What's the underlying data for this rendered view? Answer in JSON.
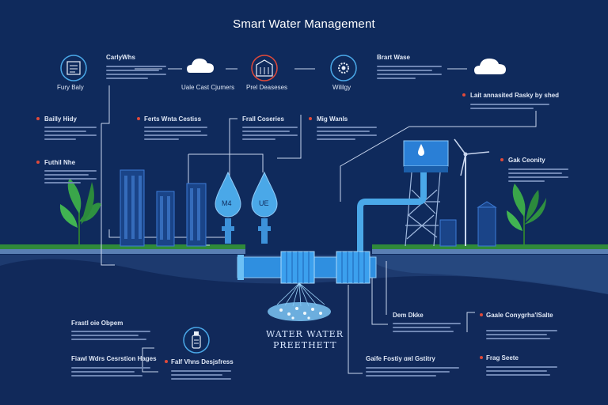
{
  "title": "Smart Water Management",
  "colors": {
    "background": "#0f2a5c",
    "accent_blue": "#4aa8e8",
    "ground_green": "#2f8a3a",
    "leaf_green": "#3aa64a",
    "marker_red": "#e04a3a"
  },
  "top_row": {
    "item1_label": "Fury Baly",
    "item1_heading": "CarlyWhs",
    "item1_icon": "document-icon",
    "cloud1_label": "Uale Cast Cjumers",
    "cloud1_icon": "cloud-icon",
    "item2_label": "Prel Deaseses",
    "item2_icon": "building-icon",
    "item3_label": "Wililgy",
    "item3_icon": "gear-icon",
    "item3_heading": "Brart Wase",
    "cloud2_icon": "cloud-icon"
  },
  "callouts": {
    "right_top": "Lait annasited Rasky by shed",
    "left_a": "Bailly Hidy",
    "left_b": "Futhil Nhe",
    "mid_a": "Ferts Wnta Cestiss",
    "mid_b": "Frall Coseries",
    "mid_c": "Mig Wanls",
    "right_b": "Gak Ceonity",
    "bottom_left_a": "Frastl oie Obpem",
    "bottom_left_b": "Fiawl Wdrs Cesrstion Hages",
    "bottom_mid": "Falf Vhns Desjsfress",
    "bottom_center": "Gaife Fostiy ɑʀl Gstitry",
    "bottom_right_a": "Dem Dkke",
    "bottom_right_b": "Gaale Conygrha'lSalte",
    "bottom_right_c": "Frag Seete"
  },
  "drops": {
    "left": "M4",
    "right": "UE"
  },
  "treatment": {
    "line1": "WATER WATER",
    "line2": "PREETHETT",
    "icon": "bottle-icon"
  }
}
